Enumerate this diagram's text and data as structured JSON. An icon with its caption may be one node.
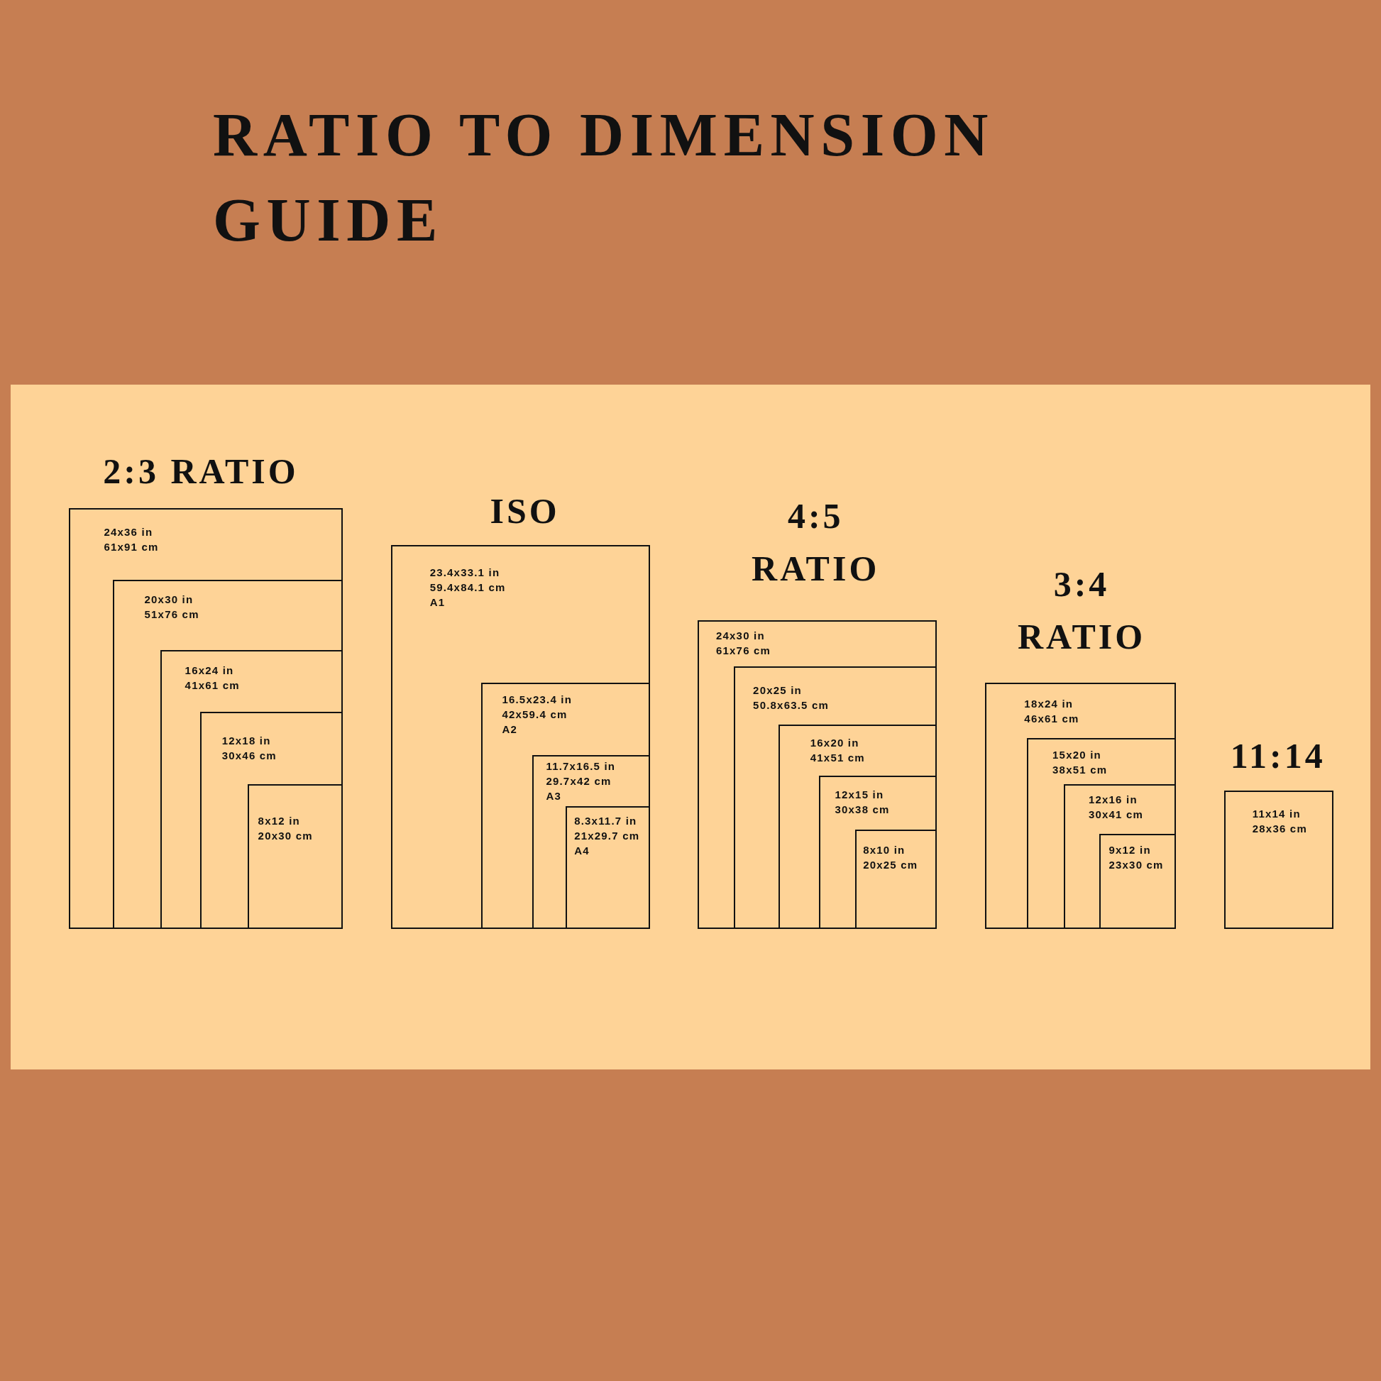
{
  "diagram": {
    "title": "RATIO TO DIMENSION GUIDE",
    "nodes": [
      {
        "text": [
          "24x36 in",
          "61x91 cm"
        ]
      },
      {
        "text": [
          "20x30 in",
          "51x76 cm"
        ],
        "in": 0
      },
      {
        "text": [
          "16x24 in",
          "41x61 cm"
        ],
        "in": 1
      },
      {
        "text": [
          "12x18 in",
          "30x46 cm"
        ],
        "in": 2
      },
      {
        "text": [
          "8x12 in",
          "20x30 cm"
        ],
        "in": 3
      },
      {
        "text": [
          "23.4x33.1 in",
          "59.4x84.1 cm",
          "A1"
        ]
      },
      {
        "text": [
          "16.5x23.4 in",
          "42x59.4 cm",
          "A2"
        ],
        "in": 5
      },
      {
        "text": [
          "11.7x16.5 in",
          "29.7x42 cm",
          "A3"
        ],
        "in": 6
      },
      {
        "text": [
          "8.3x11.7 in",
          "21x29.7 cm",
          "A4"
        ],
        "in": 7
      },
      {
        "text": [
          "24x30 in",
          "61x76 cm"
        ]
      },
      {
        "text": [
          "20x25 in",
          "50.8x63.5 cm"
        ],
        "in": 9
      },
      {
        "text": [
          "16x20 in",
          "41x51 cm"
        ],
        "in": 10
      },
      {
        "text": [
          "12x15 in",
          "30x38 cm"
        ],
        "in": 11
      },
      {
        "text": [
          "8x10 in",
          "20x25 cm"
        ],
        "in": 12
      },
      {
        "text": [
          "18x24 in",
          "46x61 cm"
        ]
      },
      {
        "text": [
          "15x20 in",
          "38x51 cm"
        ],
        "in": 14
      },
      {
        "text": [
          "12x16 in",
          "30x41 cm"
        ],
        "in": 15
      },
      {
        "text": [
          "9x12 in",
          "23x30 cm"
        ],
        "in": 16
      },
      {
        "text": [
          "11x14 in",
          "28x36 cm"
        ]
      }
    ],
    "labels": [
      "2:3 RATIO",
      "ISO",
      "4:5 RATIO",
      "3:4 RATIO",
      "11:14"
    ]
  }
}
